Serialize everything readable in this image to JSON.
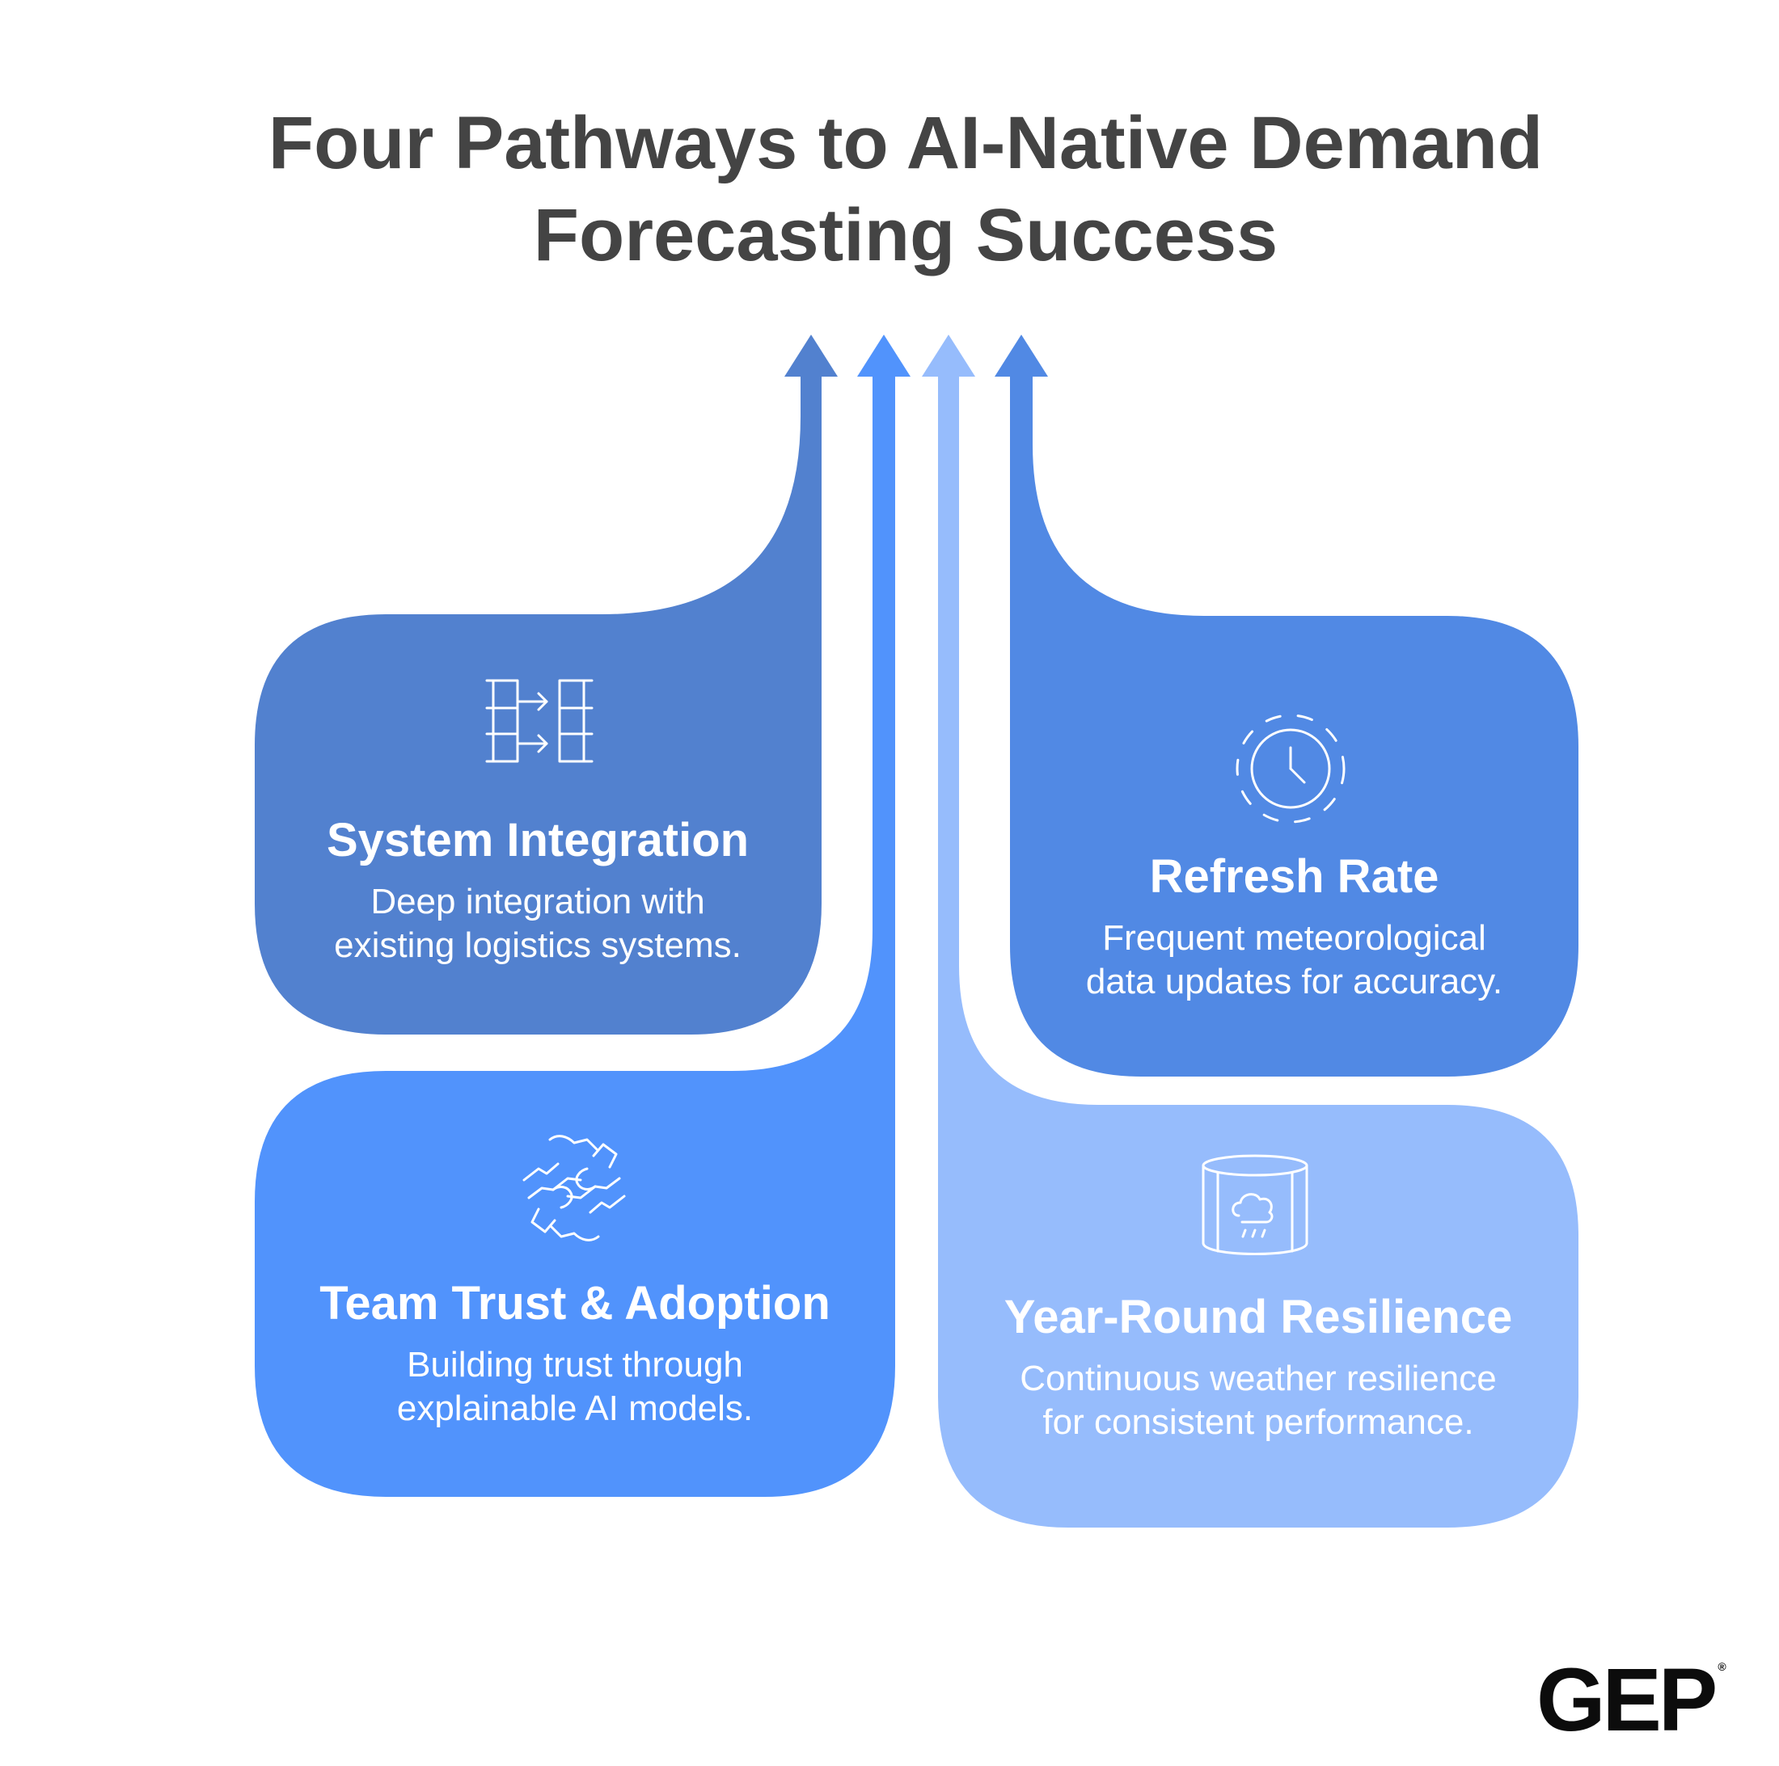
{
  "title": {
    "line1": "Four Pathways to AI-Native Demand",
    "line2": "Forecasting Success"
  },
  "pathways": [
    {
      "title": "System Integration",
      "desc_line1": "Deep integration with",
      "desc_line2": "existing logistics systems.",
      "icon": "integration-arrows-icon",
      "color": "#5281cf"
    },
    {
      "title": "Team Trust & Adoption",
      "desc_line1": "Building trust through",
      "desc_line2": "explainable AI models.",
      "icon": "hands-collaboration-icon",
      "color": "#5193fc"
    },
    {
      "title": "Year-Round Resilience",
      "desc_line1": "Continuous weather resilience",
      "desc_line2": "for consistent performance.",
      "icon": "weather-cylinder-icon",
      "color": "#96bcfc"
    },
    {
      "title": "Refresh Rate",
      "desc_line1": "Frequent meteorological",
      "desc_line2": "data updates for accuracy.",
      "icon": "clock-refresh-icon",
      "color": "#5189e4"
    }
  ],
  "logo": {
    "text": "GEP",
    "mark": "®"
  }
}
